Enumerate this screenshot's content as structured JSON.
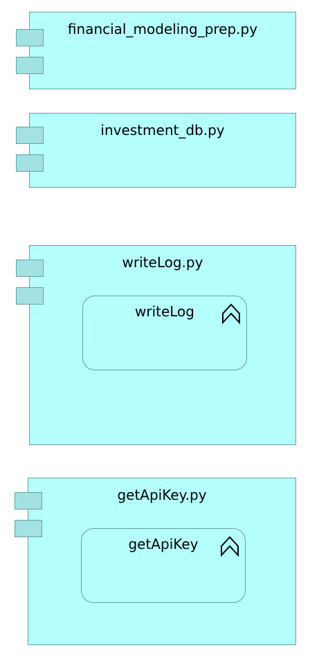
{
  "components": [
    {
      "title": "financial_modeling_prep.py"
    },
    {
      "title": "investment_db.py"
    },
    {
      "title": "writeLog.py",
      "function": {
        "label": "writeLog",
        "icon": "function-chevron-icon"
      }
    },
    {
      "title": "getApiKey.py",
      "function": {
        "label": "getApiKey",
        "icon": "function-chevron-icon"
      }
    }
  ],
  "colors": {
    "component_fill": "#b5ffff",
    "port_fill": "#a2e2e3",
    "stroke": "#6c9ea0"
  }
}
